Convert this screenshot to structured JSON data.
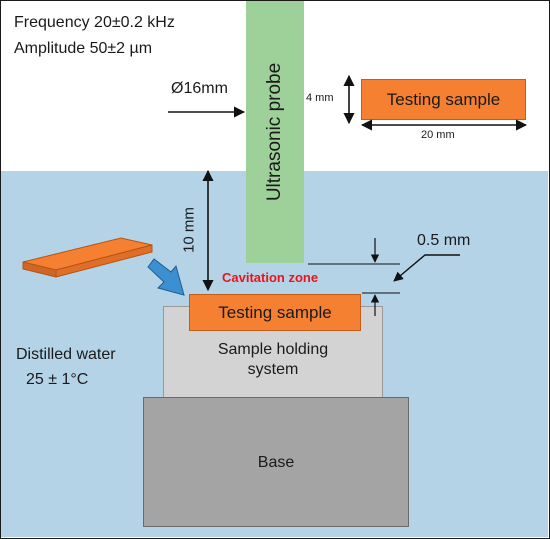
{
  "params": {
    "frequency": "Frequency 20±0.2 kHz",
    "amplitude": "Amplitude 50±2 µm"
  },
  "probe": {
    "label": "Ultrasonic probe",
    "diameter_label": "Ø16mm"
  },
  "sample_dimensions": {
    "label": "Testing sample",
    "thickness_label": "4 mm",
    "width_label": "20 mm"
  },
  "setup": {
    "gap_label": "10 mm",
    "cavitation_label": "Cavitation zone",
    "film_label": "0.5 mm",
    "sample_label": "Testing sample",
    "holder_line1": "Sample holding",
    "holder_line2": "system",
    "water_line1": "Distilled water",
    "water_line2": "25 ± 1°C",
    "base_label": "Base"
  },
  "colors": {
    "water": "#b4d3e7",
    "probe": "#9ed19a",
    "sample": "#f58032",
    "holder": "#d3d3d3",
    "base": "#a4a4a4",
    "cavitation": "#e8141a",
    "insert_arrow": "#3c8fd0"
  }
}
